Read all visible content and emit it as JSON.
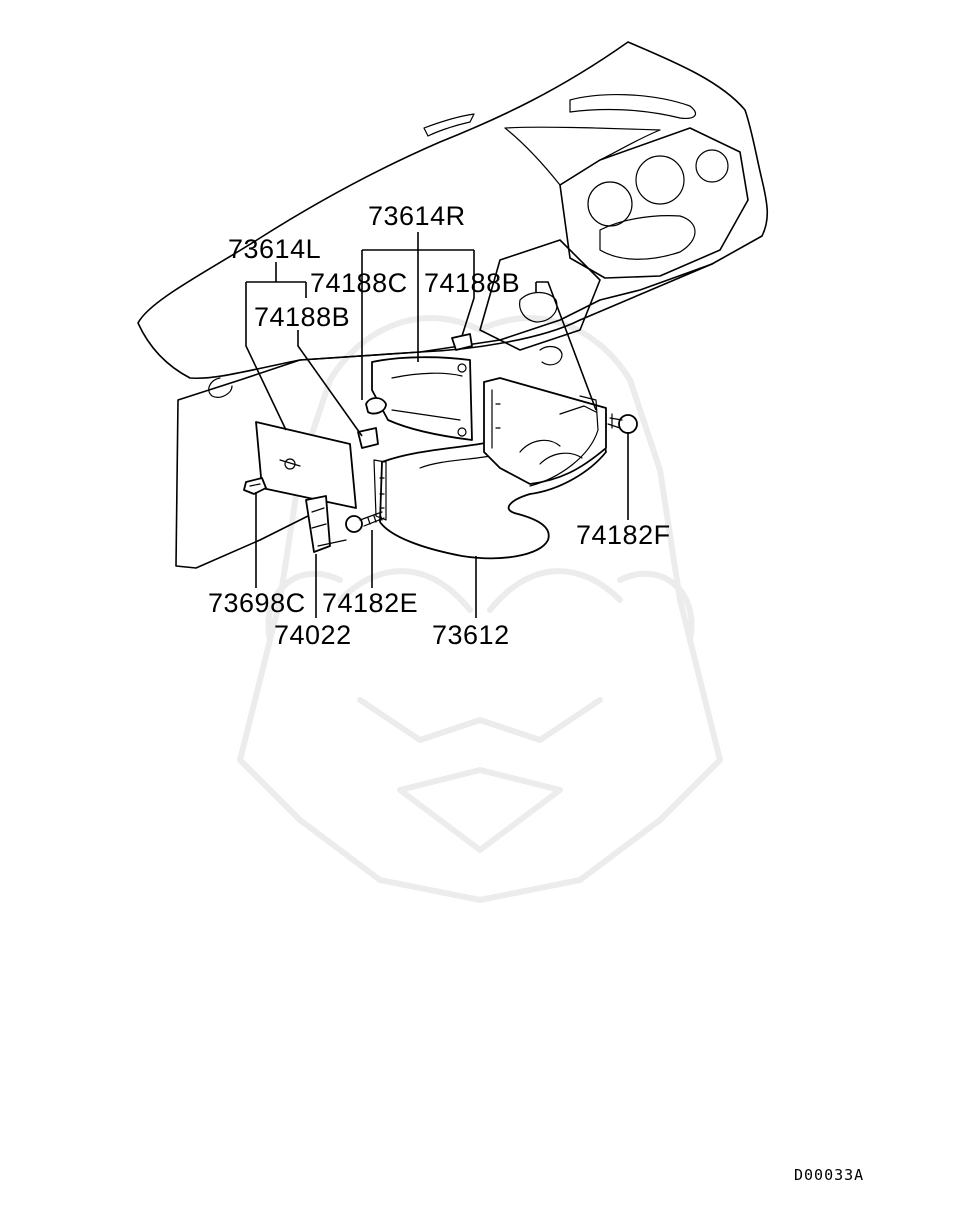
{
  "diagram": {
    "drawing_code": "D00033A",
    "callouts": {
      "c73614L": "73614L",
      "c73614R": "73614R",
      "c74188C": "74188C",
      "c74188B_right": "74188B",
      "c74188B_left": "74188B",
      "c74182F": "74182F",
      "c73698C": "73698C",
      "c74182E": "74182E",
      "c74022": "74022",
      "c73612": "73612"
    }
  }
}
